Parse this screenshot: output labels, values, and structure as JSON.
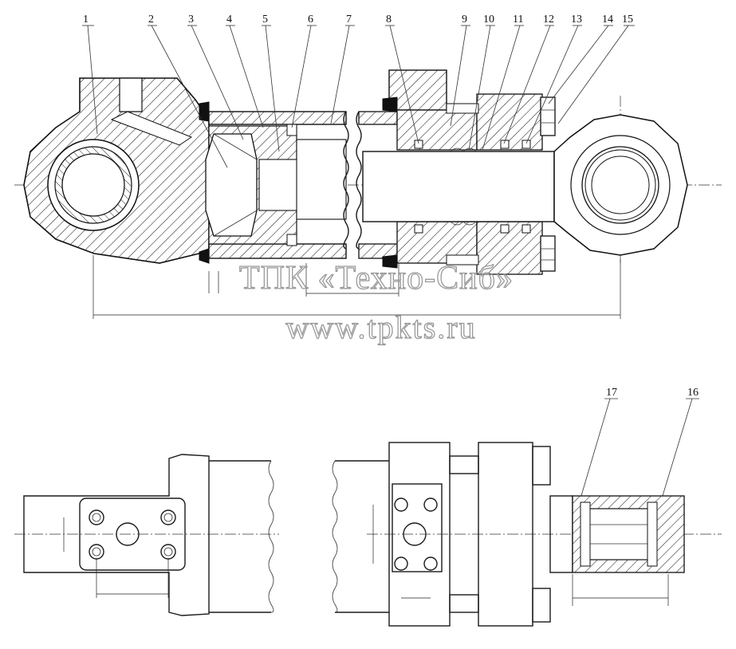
{
  "drawing": {
    "part_labels": [
      "1",
      "2",
      "3",
      "4",
      "5",
      "6",
      "7",
      "8",
      "9",
      "10",
      "11",
      "12",
      "13",
      "14",
      "15",
      "16",
      "17"
    ],
    "watermark_company": "ТПК «Техно-Сиб»",
    "watermark_url": "www.tpkts.ru"
  }
}
